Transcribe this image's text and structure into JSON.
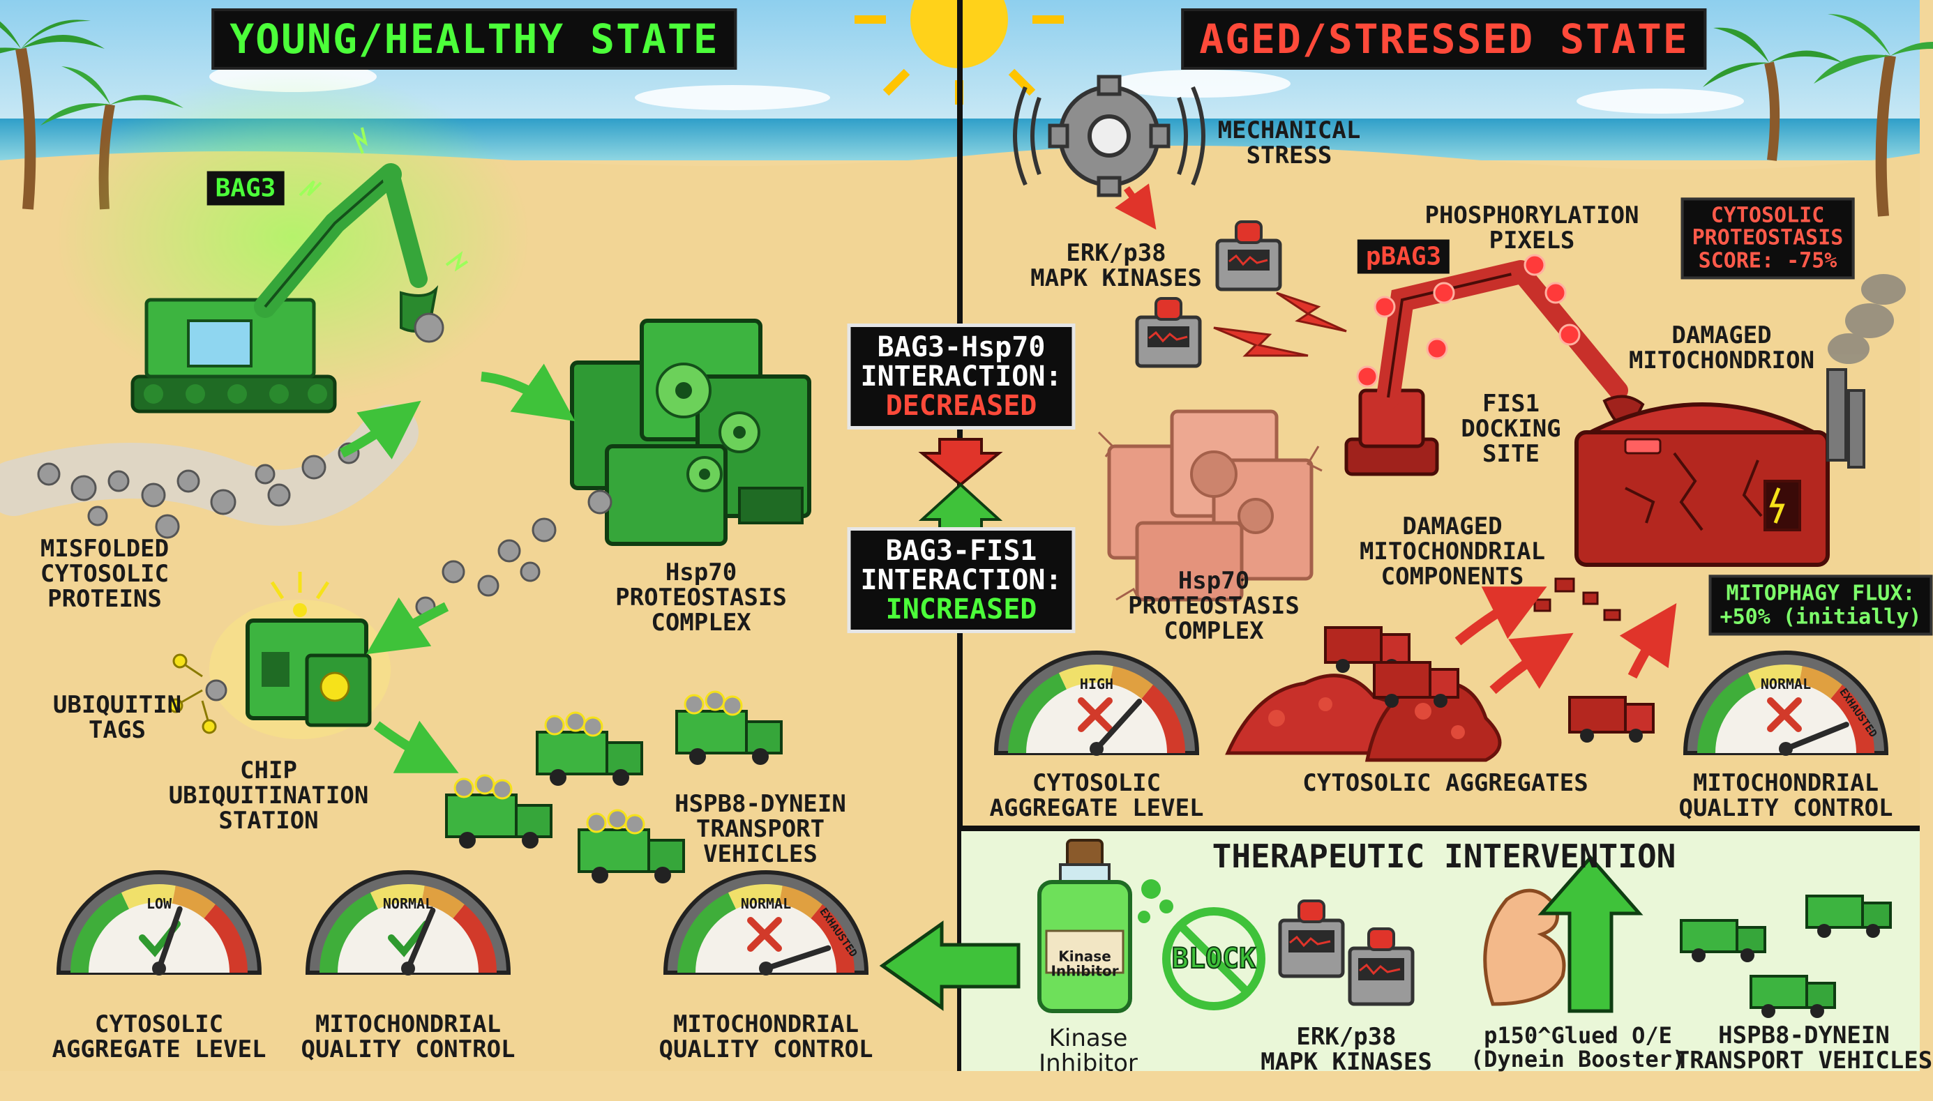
{
  "panels": {
    "left_title": "YOUNG/HEALTHY STATE",
    "right_title": "AGED/STRESSED STATE"
  },
  "healthy": {
    "bag3_tag": "BAG3",
    "misfolded": [
      "MISFOLDED",
      "CYTOSOLIC",
      "PROTEINS"
    ],
    "hsp70": [
      "Hsp70",
      "PROTEOSTASIS",
      "COMPLEX"
    ],
    "ubiquitin": [
      "UBIQUITIN",
      "TAGS"
    ],
    "chip": [
      "CHIP",
      "UBIQUITINATION",
      "STATION"
    ],
    "hspb8": [
      "HSPB8-DYNEIN",
      "TRANSPORT",
      "VEHICLES"
    ]
  },
  "center": {
    "hsp70_interaction": [
      "BAG3-Hsp70",
      "INTERACTION:",
      "DECREASED"
    ],
    "fis1_interaction": [
      "BAG3-FIS1",
      "INTERACTION:",
      "INCREASED"
    ]
  },
  "stressed": {
    "mechanical_stress": [
      "MECHANICAL",
      "STRESS"
    ],
    "erk": [
      "ERK/p38",
      "MAPK KINASES"
    ],
    "pbag3_tag": "pBAG3",
    "phospho_pixels": [
      "PHOSPHORYLATION",
      "PIXELS"
    ],
    "score": [
      "CYTOSOLIC",
      "PROTEOSTASIS",
      "SCORE: -75%"
    ],
    "damaged_mito": [
      "DAMAGED",
      "MITOCHONDRION"
    ],
    "fis1_site": [
      "FIS1",
      "DOCKING",
      "SITE"
    ],
    "damaged_components": [
      "DAMAGED",
      "MITOCHONDRIAL",
      "COMPONENTS"
    ],
    "hsp70": [
      "Hsp70",
      "PROTEOSTASIS",
      "COMPLEX"
    ],
    "flux": [
      "MITOPHAGY FLUX:",
      "+50% (initially)"
    ],
    "aggregates": "CYTOSOLIC AGGREGATES"
  },
  "gauges": [
    {
      "id": "left-aggregate",
      "arc_label": "LOW",
      "label": [
        "CYTOSOLIC",
        "AGGREGATE LEVEL"
      ],
      "mark": "check",
      "needle": 0.6
    },
    {
      "id": "left-mqc",
      "arc_label": "NORMAL",
      "label": [
        "MITOCHONDRIAL",
        "QUALITY CONTROL"
      ],
      "mark": "check",
      "needle": 0.62
    },
    {
      "id": "intervention-mqc",
      "arc_label": "NORMAL",
      "arc_label2": "EXHAUSTED",
      "label": [
        "MITOCHONDRIAL",
        "QUALITY CONTROL"
      ],
      "mark": "cross",
      "needle": 0.88
    },
    {
      "id": "right-aggregate",
      "arc_label": "HIGH",
      "label": [
        "CYTOSOLIC",
        "AGGREGATE LEVEL"
      ],
      "mark": "cross",
      "needle": 0.72
    },
    {
      "id": "right-mqc",
      "arc_label": "NORMAL",
      "arc_label2": "EXHAUSTED",
      "label": [
        "MITOCHONDRIAL",
        "QUALITY CONTROL"
      ],
      "mark": "cross",
      "needle": 0.86
    }
  ],
  "therapy": {
    "title": "THERAPEUTIC INTERVENTION",
    "bottle_text": [
      "Kinase",
      "Inhibitor"
    ],
    "kinase_inhibitor": [
      "Kinase",
      "Inhibitor"
    ],
    "block": "BLOCK",
    "erk": [
      "ERK/p38",
      "MAPK KINASES"
    ],
    "p150": [
      "p150^Glued O/E",
      "(Dynein Booster)"
    ],
    "hspb8": [
      "HSPB8-DYNEIN",
      "TRANSPORT VEHICLES"
    ]
  },
  "colors": {
    "healthy_green": "#3fae3a",
    "stressed_red": "#c8302a",
    "title_green": "#4cff3a",
    "title_red": "#ff4a3a",
    "sand": "#f3d79a",
    "sky": "#a8dbf2"
  }
}
